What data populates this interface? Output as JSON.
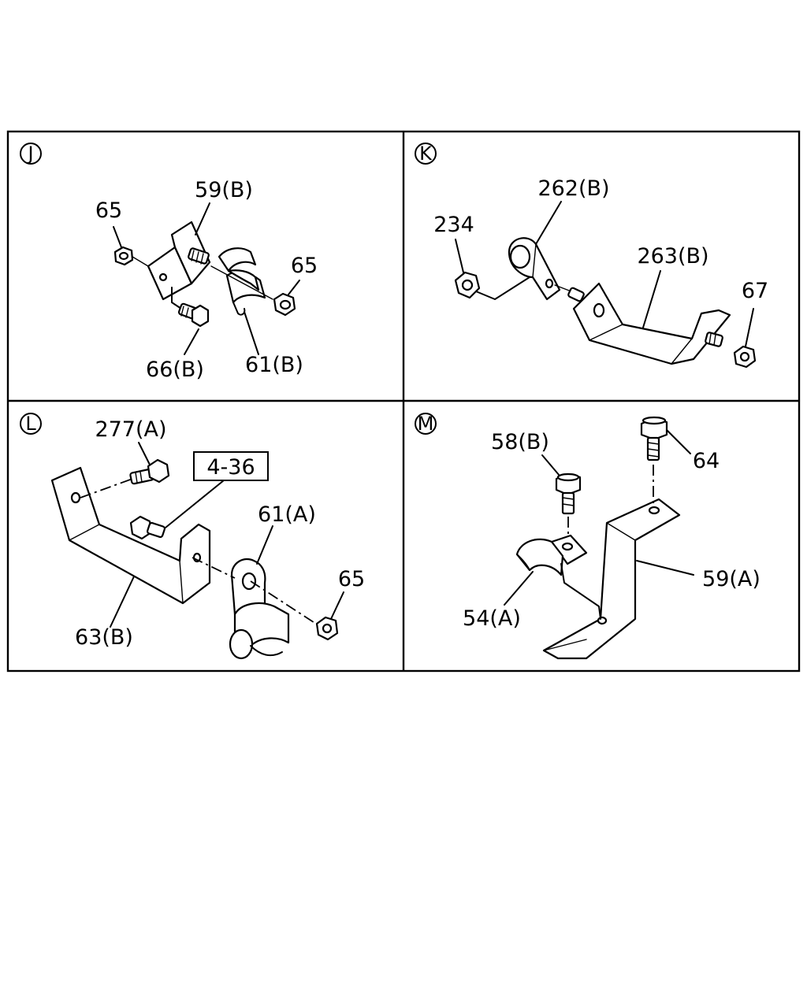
{
  "sections": [
    {
      "id": "J",
      "labels": {
        "nut_left": "65",
        "bracket": "59(B)",
        "nut_right": "65",
        "bolt": "66(B)",
        "clip": "61(B)"
      }
    },
    {
      "id": "K",
      "labels": {
        "clamp": "262(B)",
        "nut_left": "234",
        "bracket": "263(B)",
        "nut_right": "67"
      }
    },
    {
      "id": "L",
      "labels": {
        "bolt": "277(A)",
        "reference": "4-36",
        "clip": "61(A)",
        "nut": "65",
        "bracket": "63(B)"
      }
    },
    {
      "id": "M",
      "labels": {
        "bolt_left": "58(B)",
        "bolt_right": "64",
        "bracket": "59(A)",
        "clip": "54(A)"
      }
    }
  ]
}
